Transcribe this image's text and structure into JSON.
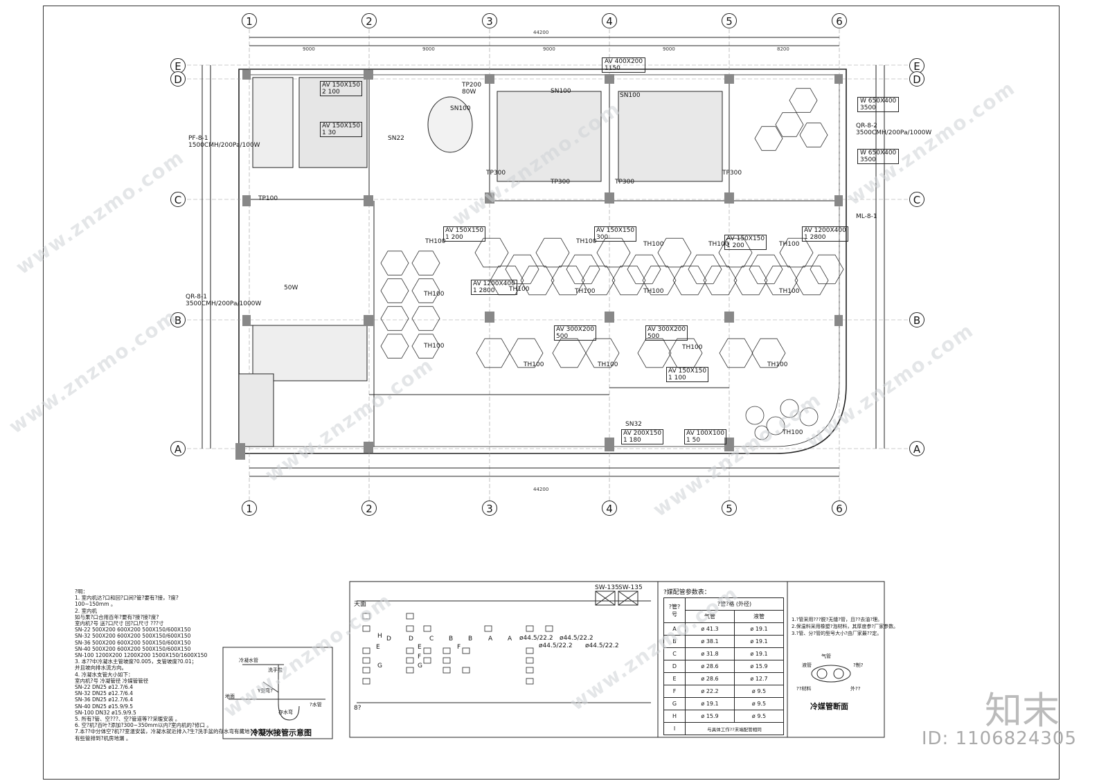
{
  "grid": {
    "cols": [
      "1",
      "2",
      "3",
      "4",
      "5",
      "6"
    ],
    "rows": [
      "E",
      "D",
      "C",
      "B",
      "A"
    ],
    "total_width": "44200",
    "bay_widths": [
      "9000",
      "9000",
      "9000",
      "9000",
      "8200"
    ]
  },
  "labels": {
    "av_top": "AV 400X200",
    "av_top_sub": "1150",
    "qr82": "QR-8-2",
    "qr82_spec": "3500CMH/200Pa/1000W",
    "w_box1": "W 650X400",
    "w_box1_sub": "3500",
    "w_box2": "W 650X400",
    "w_box2_sub": "3500",
    "pf81": "PF-8-1",
    "pf81_spec": "1500CMH/200Pa/100W",
    "qr81": "QR-8-1",
    "qr81_spec": "3500CMH/200Pa/1000W",
    "ml81": "ML-8-1",
    "av_left1": "AV 150X150",
    "av_left1_sub": "2   100",
    "av_left2": "AV 150X150",
    "av_left2_sub": "1   30",
    "av_mid1": "AV 150X150",
    "av_mid1_sub": "1   200",
    "av_mid2": "AV 150X150",
    "av_mid2_sub": "300",
    "av_mid3": "AV 150X150",
    "av_mid3_sub": "1   200",
    "av_right1": "AV 1200X400",
    "av_right1_sub": "1   2800",
    "av_hex": "AV 1200X400",
    "av_hex_sub": "1   2800",
    "av_300a": "AV 300X200",
    "av_300a_sub": "500",
    "av_300b": "AV 300X200",
    "av_300b_sub": "500",
    "av_bot_mid": "AV 150X150",
    "av_bot_mid_sub": "1   100",
    "av_bot1": "AV 200X150",
    "av_bot1_sub": "1   180",
    "av_bot2": "AV 100X100",
    "av_bot2_sub": "1   50",
    "sn100": "SN100",
    "tp300": "TP300",
    "th100": "TH100",
    "tp200": "TP200",
    "tp200_w": "80W",
    "sn22": "SN22",
    "sn32": "SN32",
    "tp100": "TP100",
    "tp100_w": "50W"
  },
  "notes": {
    "title": "?明：",
    "lines": [
      "1. 室内机达?口和回?口间?管?要有?接，?度?",
      "100~150mm 。",
      "2. 室内机",
      "如与果?口合用百年?要有?接?接?度?",
      "室内机?号   送?口尺寸    回?口尺寸     ???寸",
      "SN-22   500X200     600X200      500X150/600X150",
      "SN-32   500X200     600X200      500X150/600X150",
      "SN-36   500X200     600X200      500X150/600X150",
      "SN-40   500X200     600X200      500X150/600X150",
      "SN-100  1200X200    1200X200     1500X150/1600X150",
      "3. 本??中冷凝水主管坡度?0.005，支管坡度?0.01；",
      "并且坡向排水流方向。",
      "4. 冷凝水支管大小如下：",
      "   室内机?号      冷凝管径      冷媒管管径",
      "   SN-22        DN25         ø12.7/6.4",
      "   SN-32        DN25         ø12.7/6.4",
      "   SN-36        DN25         ø12.7/6.4",
      "   SN-40        DN25         ø15.9/9.5",
      "   SN-100       DN32         ø15.9/9.5",
      "5. 所有?管、空???、空?管道等??采暖安装 。",
      "6. 空?机?百叶?添加?300~350mm以内?室内机的?修口 。",
      "7.本??中分体空?机??室温安装，冷凝水就近排入?生?洗手盆的存水弯有藏地?示意?所示，",
      "有些管排到?机房地漏 。"
    ]
  },
  "diagram1": {
    "title": "冷凝水接管示意图",
    "l1": "冷凝水管",
    "l2": "洗手盆",
    "l3": "Y型弯?",
    "l4": "地面",
    "l5": "?水管",
    "l6": "存水弯"
  },
  "diagram2": {
    "top_label": "天面",
    "bot_label": "8?",
    "sw1": "SW-135",
    "sw2": "SW-135",
    "dims": [
      "ø44.5/22.2",
      "ø44.5/22.2",
      "ø44.5/22.2",
      "ø44.5/22.2"
    ],
    "letters": [
      "H",
      "D",
      "D",
      "C",
      "B",
      "B",
      "A",
      "A",
      "E",
      "E",
      "F",
      "F",
      "G",
      "G"
    ]
  },
  "pipe_table": {
    "title": "?媒配管参数表：",
    "h1": "?管?号",
    "h2": "?管?格   (外径)",
    "h_gas": "气管",
    "h_liq": "液管",
    "rows": [
      {
        "k": "A",
        "gas": "ø 41.3",
        "liq": "ø 19.1"
      },
      {
        "k": "B",
        "gas": "ø 38.1",
        "liq": "ø 19.1"
      },
      {
        "k": "C",
        "gas": "ø 31.8",
        "liq": "ø 19.1"
      },
      {
        "k": "D",
        "gas": "ø 28.6",
        "liq": "ø 15.9"
      },
      {
        "k": "E",
        "gas": "ø 28.6",
        "liq": "ø 12.7"
      },
      {
        "k": "F",
        "gas": "ø 22.2",
        "liq": "ø 9.5"
      },
      {
        "k": "G",
        "gas": "ø 19.1",
        "liq": "ø 9.5"
      },
      {
        "k": "H",
        "gas": "ø 15.9",
        "liq": "ø 9.5"
      }
    ],
    "last_k": "I",
    "last_v": "与具体工作??末端配管相同"
  },
  "pipe_notes": [
    "1.?管采用???脱?无缝?管，且??去油?理。",
    "2.保温料采用橡塑?泡材料，其厚度参?厂家参数。",
    "3.?管、分?管的型号大小?由厂家最??定。"
  ],
  "section": {
    "title": "冷媒管断面",
    "l_gas": "气管",
    "l_liq": "液管",
    "l_tape": "?制?",
    "l_ins": "??材料",
    "l_out": "外??"
  },
  "watermark": "www.znzmo.com",
  "brand": "知末",
  "image_id": "ID: 1106824305"
}
